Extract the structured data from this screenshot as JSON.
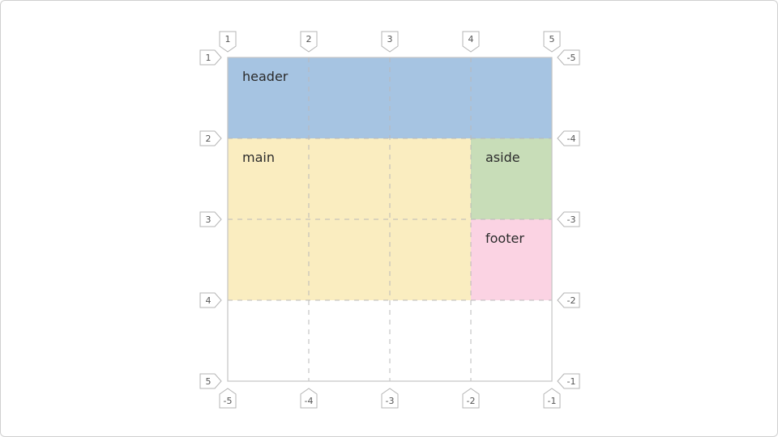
{
  "areas": {
    "header": {
      "label": "header",
      "color": "#a6c4e2"
    },
    "main": {
      "label": "main",
      "color": "#faedc0"
    },
    "aside": {
      "label": "aside",
      "color": "#c8ddb8"
    },
    "footer": {
      "label": "footer",
      "color": "#fbd3e3"
    }
  },
  "column_lines": {
    "positive": [
      "1",
      "2",
      "3",
      "4",
      "5"
    ],
    "negative": [
      "-5",
      "-4",
      "-3",
      "-2",
      "-1"
    ]
  },
  "row_lines": {
    "positive": [
      "1",
      "2",
      "3",
      "4",
      "5"
    ],
    "negative": [
      "-5",
      "-4",
      "-3",
      "-2",
      "-1"
    ]
  }
}
